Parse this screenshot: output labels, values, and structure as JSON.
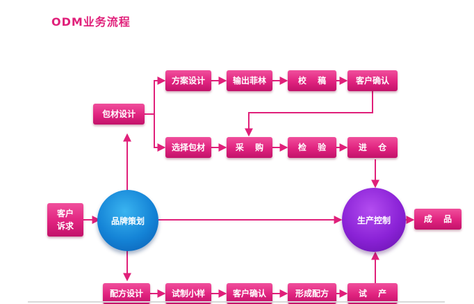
{
  "title": "ODM业务流程",
  "colors": {
    "accent": "#e0207a",
    "box": "#e0237f",
    "brand_circle": "#1483d6",
    "control_circle": "#8a22d6"
  },
  "nodes": {
    "customer_request": "客户\n诉求",
    "brand_planning": "品牌策划",
    "packaging_design": "包材设计",
    "proposal_design": "方案设计",
    "output_film": "输出菲林",
    "proofread": "校　 稿",
    "customer_confirm_top": "客户确认",
    "select_packaging": "选择包材",
    "purchase": "采　 购",
    "inspection": "检　 验",
    "warehousing": "进　 仓",
    "production_control": "生产控制",
    "finished_product": "成　 品",
    "formula_design": "配方设计",
    "trial_sample": "试制小样",
    "customer_confirm_bottom": "客户确认",
    "formulation": "形成配方",
    "trial_production": "试　 产"
  }
}
